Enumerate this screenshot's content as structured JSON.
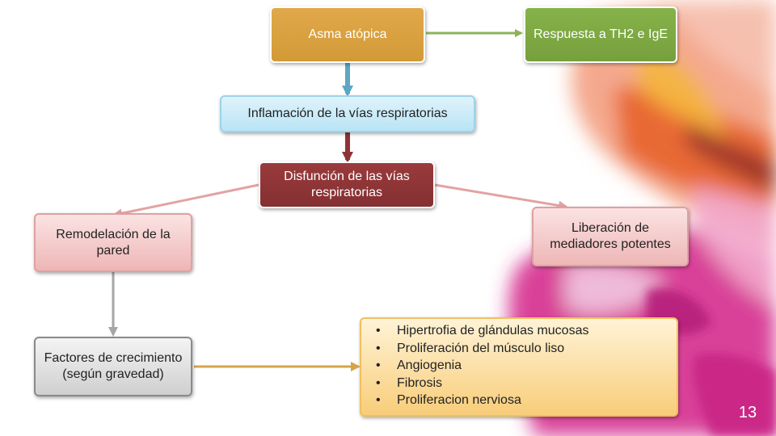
{
  "nodes": {
    "asma_atopica": "Asma atópica",
    "respuesta_th2": "Respuesta a TH2 e IgE",
    "inflamacion": "Inflamación de la vías respiratorias",
    "disfuncion": "Disfunción de las vías respiratorias",
    "remodelacion": "Remodelación de la pared",
    "liberacion": "Liberación de mediadores potentes",
    "factores": "Factores de crecimiento (según gravedad)"
  },
  "effects_list": [
    "Hipertrofia de glándulas mucosas",
    "Proliferación del músculo liso",
    "Angiogenia",
    "Fibrosis",
    "Proliferacion nerviosa"
  ],
  "page_number": "13",
  "colors": {
    "orange_box": "#d9a13f",
    "green_box": "#7eaa43",
    "blue_box": "#c6e9f7",
    "darkred_box": "#8e3436",
    "pink_box": "#f3c6c6",
    "gray_box": "#dcdcdc",
    "amber_box": "#fbdf9f",
    "arrow_green": "#8db357",
    "arrow_blue": "#5ba7c4",
    "arrow_darkred": "#8e3436",
    "arrow_pink": "#e2a3a3",
    "arrow_gray": "#a6a6a6",
    "arrow_amber": "#d6a448"
  }
}
